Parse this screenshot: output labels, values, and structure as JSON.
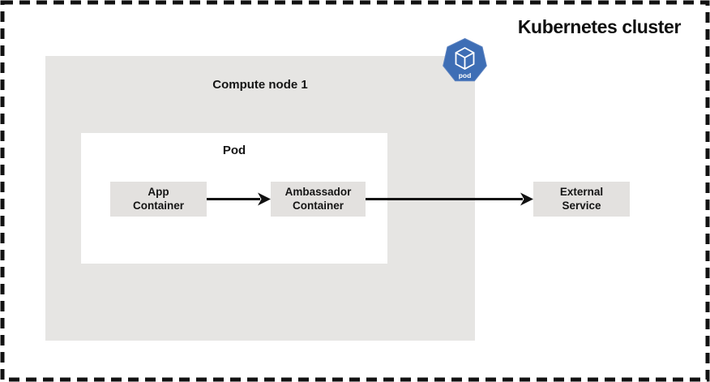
{
  "title": "Kubernetes cluster",
  "compute_node": {
    "label": "Compute node 1"
  },
  "pod_group": {
    "label": "Pod"
  },
  "pod_icon": {
    "label": "pod",
    "color": "#3e6eb5",
    "shape": "kubernetes-heptagon-with-cube"
  },
  "nodes": {
    "app_container": {
      "label": "App\nContainer"
    },
    "ambassador_container": {
      "label": "Ambassador\nContainer"
    },
    "external_service": {
      "label": "External\nService"
    }
  },
  "edges": [
    {
      "from": "App Container",
      "to": "Ambassador Container"
    },
    {
      "from": "Ambassador Container",
      "to": "External Service"
    }
  ],
  "colors": {
    "background": "#ffffff",
    "cluster_border": "#111111",
    "compute_node_bg": "#e6e5e3",
    "pod_box_bg": "#ffffff",
    "container_box_bg": "#e3e1df",
    "text": "#151515",
    "arrow": "#111111",
    "pod_icon_blue": "#3e6eb5"
  }
}
